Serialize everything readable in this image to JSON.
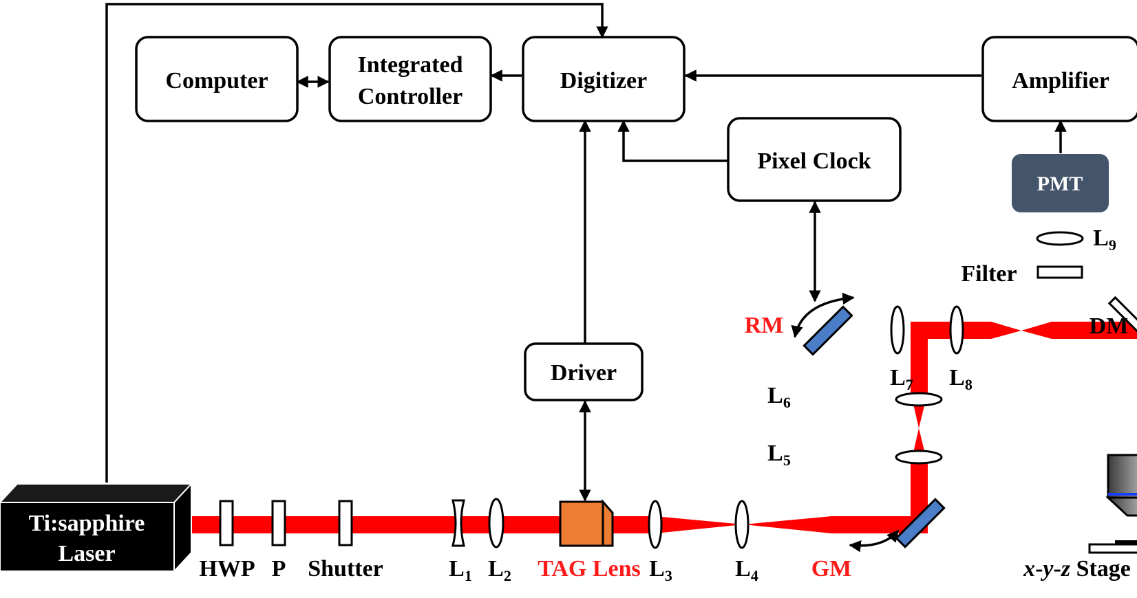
{
  "boxes": {
    "computer": "Computer",
    "integrated_controller_line1": "Integrated",
    "integrated_controller_line2": "Controller",
    "digitizer": "Digitizer",
    "amplifier": "Amplifier",
    "pixel_clock": "Pixel Clock",
    "pmt": "PMT",
    "driver": "Driver",
    "laser_line1": "Ti:sapphire",
    "laser_line2": "Laser"
  },
  "optics": {
    "hwp": "HWP",
    "p": "P",
    "shutter": "Shutter",
    "l1": "L",
    "l1_sub": "1",
    "l2": "L",
    "l2_sub": "2",
    "tag_lens": "TAG Lens",
    "l3": "L",
    "l3_sub": "3",
    "l4": "L",
    "l4_sub": "4",
    "gm": "GM",
    "l5": "L",
    "l5_sub": "5",
    "l6": "L",
    "l6_sub": "6",
    "rm": "RM",
    "l7": "L",
    "l7_sub": "7",
    "l8": "L",
    "l8_sub": "8",
    "dm": "DM",
    "filter": "Filter",
    "l9": "L",
    "l9_sub": "9",
    "stage_x": "x",
    "stage_dash1": "-",
    "stage_y": "y",
    "stage_dash2": "-",
    "stage_z": "z",
    "stage_word": " Stage"
  },
  "colors": {
    "beam": "#ff0000",
    "label_red": "#ff1a1a",
    "tag_lens_fill": "#ed7d31",
    "mirror_fill": "#4a7ec9",
    "pmt_fill": "#44546a",
    "fluorescence": "#a9d18e"
  }
}
